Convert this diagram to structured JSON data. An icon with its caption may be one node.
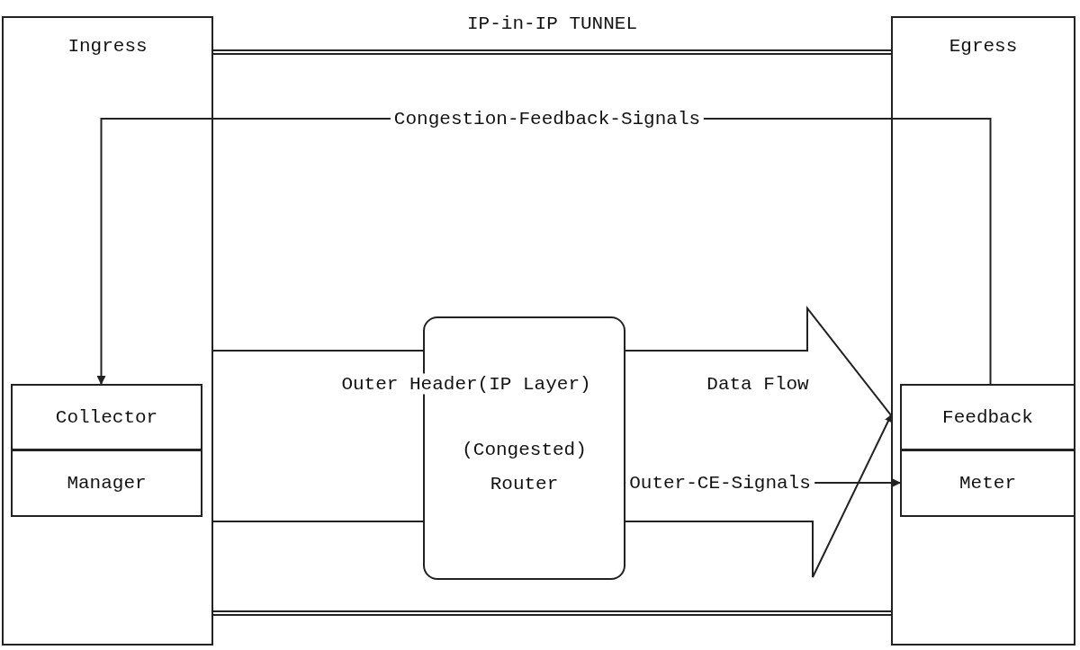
{
  "diagram": {
    "title": "IP-in-IP TUNNEL",
    "nodes": [
      {
        "text": [
          "Ingress"
        ]
      },
      {
        "text": [
          "Collector"
        ],
        "in": 0
      },
      {
        "text": [
          "Manager"
        ],
        "in": 0
      },
      {
        "text": [],
        "shape": "band"
      },
      {
        "text": [
          "(Congested) Router"
        ],
        "in": 3
      },
      {
        "text": [
          "Egress"
        ]
      },
      {
        "text": [
          "Feedback"
        ],
        "in": 5
      },
      {
        "text": [
          "Meter"
        ],
        "in": 5
      }
    ],
    "edges": [
      {
        "from": 6,
        "to": 1,
        "arrow": "to",
        "label": "Congestion-Feedback-Signals"
      },
      {
        "from": 4,
        "to": 7,
        "arrow": "to",
        "label": "Outer-CE-Signals"
      },
      {
        "from": 0,
        "to": 4,
        "arrow": "none"
      },
      {
        "from": 0,
        "to": 4,
        "arrow": "none"
      },
      {
        "from": 4,
        "to": 5,
        "arrow": "to",
        "label": "Data Flow"
      }
    ],
    "labels": [
      "Outer Header(IP Layer)"
    ]
  }
}
